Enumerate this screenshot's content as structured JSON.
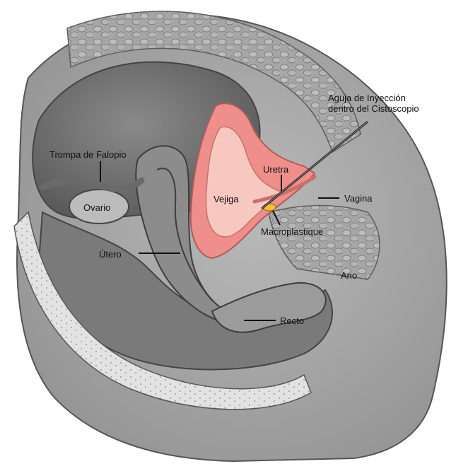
{
  "labels": {
    "needle_line1": "Aguja de Inyección",
    "needle_line2": "dentro del Cistoscopio",
    "fallopian": "Trompa de Falopio",
    "uretra": "Uretra",
    "vejiga": "Vejiga",
    "vagina": "Vagina",
    "ovario": "Ovario",
    "macroplastique": "Macroplastique",
    "utero": "Útero",
    "ano": "Ano",
    "recto": "Recto"
  },
  "colors": {
    "background": "#ffffff",
    "body_gray": "#9a9a9a",
    "cavity_dark": "#6f6f6f",
    "bladder_pink": "#ee8f8c",
    "bladder_lumen": "#f6c8bf",
    "implant_yellow": "#f2c230",
    "text": "#111111"
  }
}
